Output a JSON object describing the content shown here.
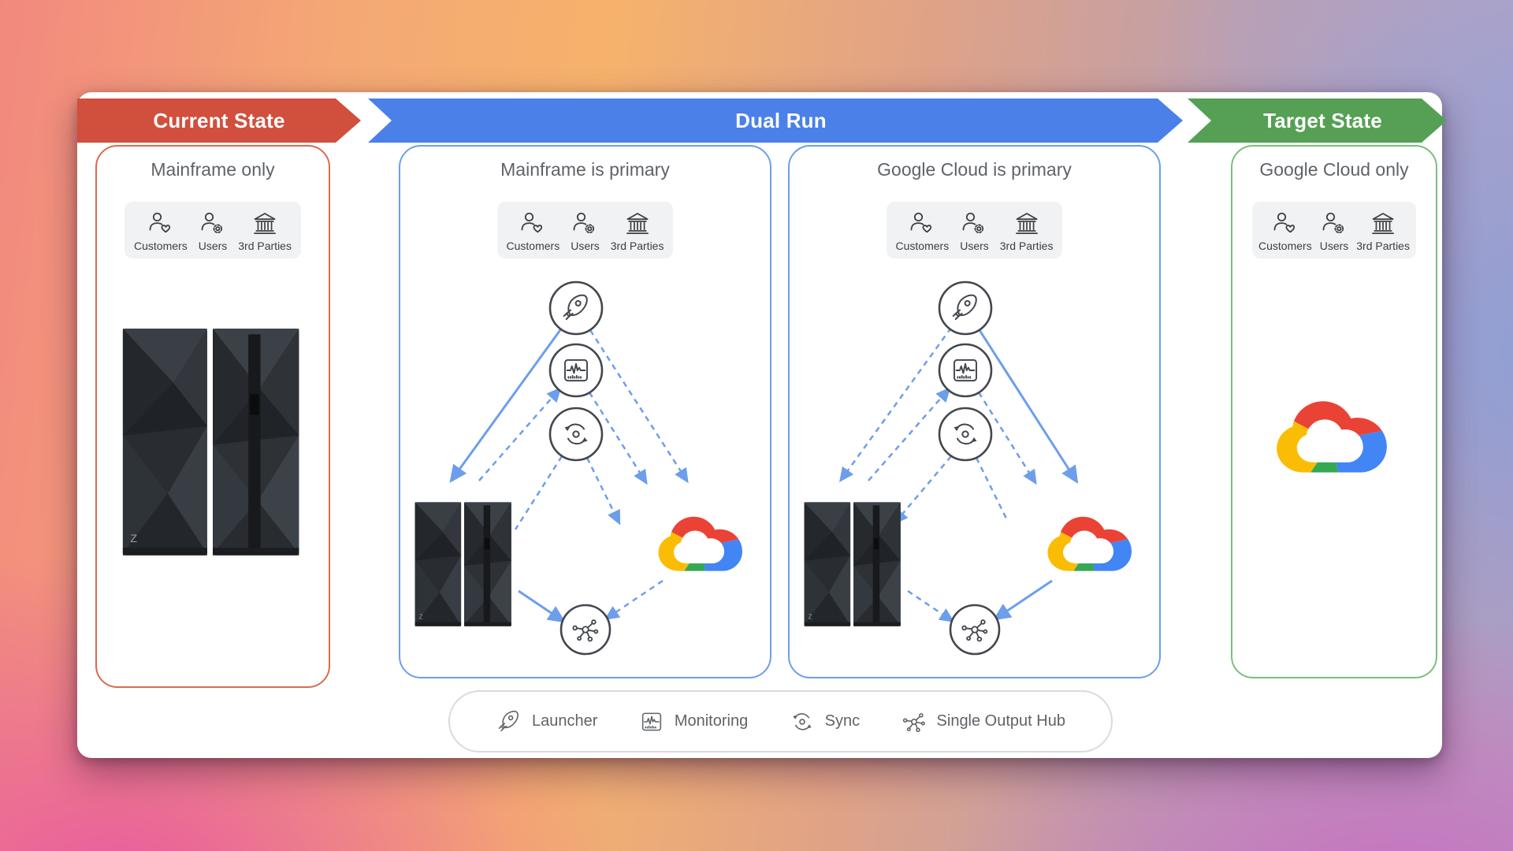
{
  "header": {
    "stages": [
      {
        "label": "Current State",
        "color": "#D14F3D"
      },
      {
        "label": "Dual Run",
        "color": "#4A80E8"
      },
      {
        "label": "Target State",
        "color": "#55A054"
      }
    ]
  },
  "panels": {
    "current": {
      "title": "Mainframe only",
      "artwork": "ibm-z-mainframe",
      "mainframe_badge": "Z"
    },
    "dual_left": {
      "title": "Mainframe is primary",
      "primary_system": "mainframe"
    },
    "dual_right": {
      "title": "Google Cloud is primary",
      "primary_system": "google-cloud"
    },
    "target": {
      "title": "Google Cloud only",
      "artwork": "google-cloud-logo"
    }
  },
  "audience": {
    "items": [
      {
        "label": "Customers",
        "icon": "person-heart-icon"
      },
      {
        "label": "Users",
        "icon": "person-gear-icon"
      },
      {
        "label": "3rd Parties",
        "icon": "bank-icon"
      }
    ]
  },
  "legend": {
    "items": [
      {
        "label": "Launcher",
        "icon": "rocket-icon"
      },
      {
        "label": "Monitoring",
        "icon": "monitoring-icon"
      },
      {
        "label": "Sync",
        "icon": "sync-icon"
      },
      {
        "label": "Single Output Hub",
        "icon": "hub-icon"
      }
    ]
  },
  "colors": {
    "current_state_arrow": "#D14F3D",
    "dual_run_arrow": "#4A80E8",
    "target_state_arrow": "#55A054",
    "diagram_arrows": "#6D9EEB",
    "panel_border_current": "#DB6A52",
    "panel_border_dual": "#6D9EEB",
    "panel_border_target": "#7CBE7C",
    "title_text": "#5F6368",
    "google_cloud_logo": [
      "#EA4335",
      "#4285F4",
      "#34A853",
      "#FBBC05"
    ]
  }
}
